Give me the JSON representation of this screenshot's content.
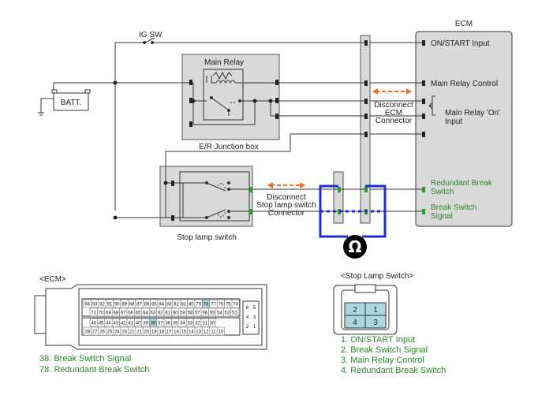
{
  "schematic": {
    "ig_sw": "IG SW",
    "batt": "BATT.",
    "main_relay": "Main Relay",
    "junction_box": "E/R Junction box",
    "stop_lamp_switch": "Stop lamp switch",
    "ecm": "ECM",
    "disconnect_ecm": [
      "Disconnect",
      "ECM",
      "Connector"
    ],
    "disconnect_stop": [
      "Disconnect",
      "Stop lamp switch",
      "Connector"
    ],
    "ohm": "Ω",
    "ecm_pins": {
      "on_start": "ON/START Input",
      "main_relay_control": "Main Relay Control",
      "main_relay_on": [
        "Main Relay 'On'",
        "Input"
      ],
      "redundant": [
        "Redundant Break",
        "Switch"
      ],
      "break_switch": [
        "Break Switch",
        "Signal"
      ]
    }
  },
  "ecm_connector": {
    "title": "<ECM>",
    "row1": [
      "94",
      "93",
      "92",
      "91",
      "90",
      "89",
      "88",
      "87",
      "86",
      "85",
      "84",
      "83",
      "82",
      "81",
      "80",
      "79",
      "78",
      "77",
      "76",
      "75",
      "74"
    ],
    "row2": [
      "71",
      "70",
      "69",
      "68",
      "67",
      "66",
      "65",
      "64",
      "63",
      "62",
      "61",
      "60",
      "59",
      "58",
      "57",
      "56",
      "55",
      "54",
      "53",
      "52"
    ],
    "row3": [
      "46",
      "45",
      "44",
      "43",
      "42",
      "41",
      "40",
      "39",
      "38",
      "37",
      "36",
      "35",
      "34",
      "33",
      "32",
      "31",
      "30"
    ],
    "row4": [
      "28",
      "27",
      "26",
      "25",
      "24",
      "23",
      "22",
      "21",
      "20",
      "19",
      "18",
      "17",
      "16",
      "15",
      "14",
      "13",
      "12",
      "11",
      "10"
    ],
    "side": [
      "6",
      "5",
      "4",
      "3",
      "2",
      "1"
    ],
    "legend": [
      "38. Break Switch Signal",
      "78. Redundant Break Switch"
    ]
  },
  "stop_connector": {
    "title": "<Stop Lamp Switch>",
    "pins": [
      "2",
      "1",
      "4",
      "3"
    ],
    "legend": [
      "1. ON/START Input",
      "2. Break Switch Signal",
      "3. Main Relay Control",
      "4. Redundant Break Switch"
    ]
  },
  "colors": {
    "accent_blue": "#1f2fd0",
    "arrow_orange": "#f07020",
    "highlight_green": "#2a8a2a",
    "box_gray": "#d9d9d9"
  }
}
